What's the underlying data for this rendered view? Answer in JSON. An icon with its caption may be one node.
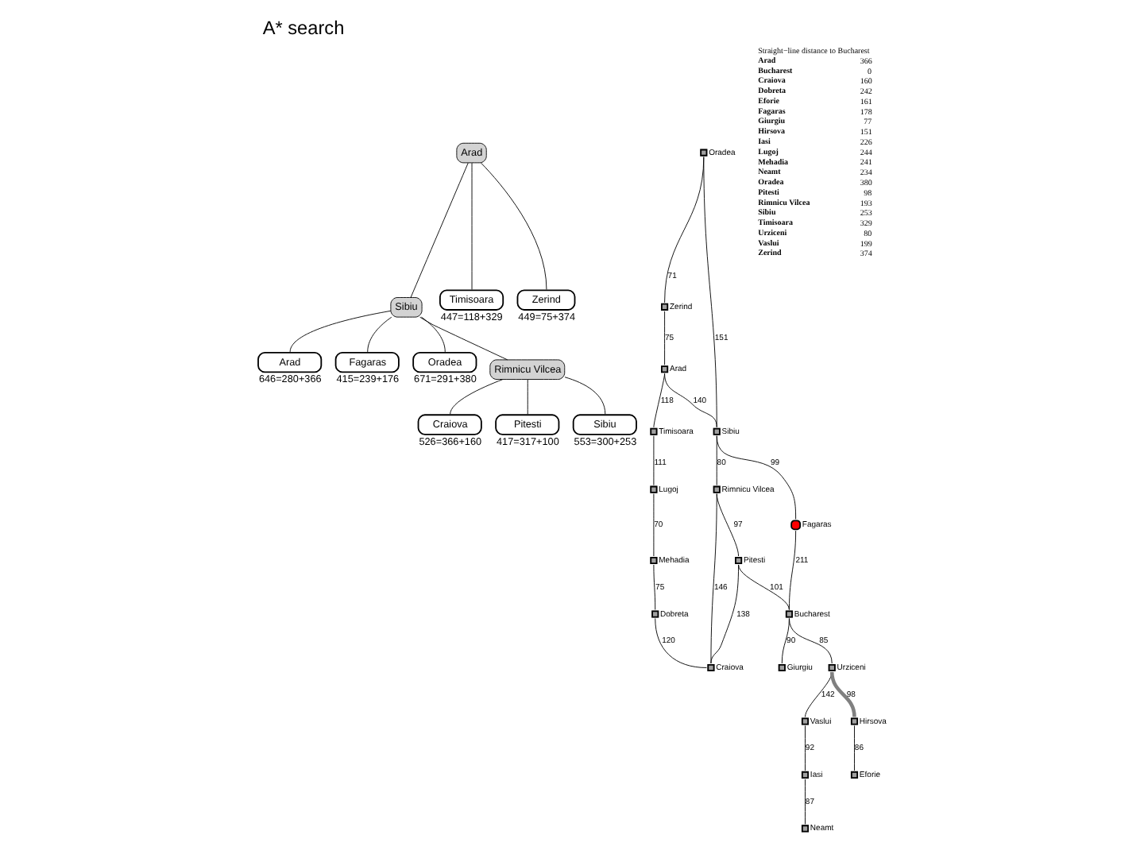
{
  "diagram": {
    "title": "A* search",
    "nodes": [
      {
        "text": [
          "Arad"
        ]
      },
      {
        "text": [
          "Sibiu"
        ]
      },
      {
        "text": [
          "Timisoara"
        ],
        "beside": [
          "447=118+329"
        ]
      },
      {
        "text": [
          "Zerind"
        ],
        "beside": [
          "449=75+374"
        ]
      },
      {
        "text": [
          "Arad"
        ],
        "beside": [
          "646=280+366"
        ]
      },
      {
        "text": [
          "Fagaras"
        ],
        "beside": [
          "415=239+176"
        ]
      },
      {
        "text": [
          "Oradea"
        ],
        "beside": [
          "671=291+380"
        ]
      },
      {
        "text": [
          "Rimnicu Vilcea"
        ]
      },
      {
        "text": [
          "Craiova"
        ],
        "beside": [
          "526=366+160"
        ]
      },
      {
        "text": [
          "Pitesti"
        ],
        "beside": [
          "417=317+100"
        ]
      },
      {
        "text": [
          "Sibiu"
        ],
        "beside": [
          "553=300+253"
        ]
      },
      {
        "text": [],
        "shape": "box",
        "beside": [
          "Oradea"
        ]
      },
      {
        "text": [],
        "shape": "box",
        "beside": [
          "Neamt"
        ]
      },
      {
        "text": [],
        "shape": "box",
        "beside": [
          "Zerind"
        ]
      },
      {
        "text": [],
        "shape": "box",
        "beside": [
          "Iasi"
        ]
      },
      {
        "text": [],
        "shape": "box",
        "beside": [
          "Arad"
        ]
      },
      {
        "text": [],
        "shape": "box",
        "beside": [
          "Sibiu"
        ]
      },
      {
        "text": [],
        "shape": "circle",
        "beside": [
          "Fagaras"
        ]
      },
      {
        "text": [],
        "shape": "box",
        "beside": [
          "Vaslui"
        ]
      },
      {
        "text": [],
        "shape": "box",
        "beside": [
          "Rimnicu Vilcea"
        ]
      },
      {
        "text": [],
        "shape": "box",
        "beside": [
          "Timisoara"
        ]
      },
      {
        "text": [],
        "shape": "box",
        "beside": [
          "Pitesti"
        ]
      },
      {
        "text": [],
        "shape": "box",
        "beside": [
          "Lugoj"
        ]
      },
      {
        "text": [],
        "shape": "box",
        "beside": [
          "Hirsova"
        ]
      },
      {
        "text": [],
        "shape": "box",
        "beside": [
          "Urziceni"
        ]
      },
      {
        "text": [],
        "shape": "box",
        "beside": [
          "Mehadia"
        ]
      },
      {
        "text": [],
        "shape": "box",
        "beside": [
          "Bucharest"
        ]
      },
      {
        "text": [],
        "shape": "box",
        "beside": [
          "Eforie"
        ]
      },
      {
        "text": [],
        "shape": "box",
        "beside": [
          "Dobreta"
        ]
      },
      {
        "text": [],
        "shape": "box",
        "beside": [
          "Craiova"
        ]
      },
      {
        "text": [],
        "shape": "box",
        "beside": [
          "Giurgiu"
        ]
      }
    ],
    "edges": [
      {
        "from": 0,
        "to": 1,
        "arrow": "none"
      },
      {
        "from": 0,
        "to": 2,
        "arrow": "none"
      },
      {
        "from": 0,
        "to": 3,
        "arrow": "none"
      },
      {
        "from": 1,
        "to": 4,
        "arrow": "none"
      },
      {
        "from": 1,
        "to": 5,
        "arrow": "none"
      },
      {
        "from": 1,
        "to": 6,
        "arrow": "none"
      },
      {
        "from": 1,
        "to": 7,
        "arrow": "none"
      },
      {
        "from": 7,
        "to": 8,
        "arrow": "none"
      },
      {
        "from": 7,
        "to": 9,
        "arrow": "none"
      },
      {
        "from": 7,
        "to": 10,
        "arrow": "none"
      },
      {
        "from": 11,
        "to": 13,
        "arrow": "none",
        "label": "71"
      },
      {
        "from": 11,
        "to": 16,
        "arrow": "none",
        "label": "151"
      },
      {
        "from": 13,
        "to": 15,
        "arrow": "none",
        "label": "75"
      },
      {
        "from": 15,
        "to": 16,
        "arrow": "none",
        "label": "140"
      },
      {
        "from": 15,
        "to": 20,
        "arrow": "none",
        "label": "118"
      },
      {
        "from": 16,
        "to": 17,
        "arrow": "none",
        "label": "99"
      },
      {
        "from": 16,
        "to": 19,
        "arrow": "none",
        "label": "80"
      },
      {
        "from": 20,
        "to": 22,
        "arrow": "none",
        "label": "111"
      },
      {
        "from": 22,
        "to": 25,
        "arrow": "none",
        "label": "70"
      },
      {
        "from": 25,
        "to": 28,
        "arrow": "none",
        "label": "75"
      },
      {
        "from": 28,
        "to": 29,
        "arrow": "none",
        "label": "120"
      },
      {
        "from": 19,
        "to": 29,
        "arrow": "none",
        "label": "146"
      },
      {
        "from": 19,
        "to": 21,
        "arrow": "none",
        "label": "97"
      },
      {
        "from": 21,
        "to": 29,
        "arrow": "none",
        "label": "138"
      },
      {
        "from": 17,
        "to": 26,
        "arrow": "none",
        "label": "211"
      },
      {
        "from": 21,
        "to": 26,
        "arrow": "none",
        "label": "101"
      },
      {
        "from": 26,
        "to": 30,
        "arrow": "none",
        "label": "90"
      },
      {
        "from": 26,
        "to": 24,
        "arrow": "none",
        "label": "85"
      },
      {
        "from": 24,
        "to": 23,
        "arrow": "none",
        "label": "98",
        "style": "thick",
        "color": "#808080"
      },
      {
        "from": 23,
        "to": 27,
        "arrow": "none",
        "label": "86"
      },
      {
        "from": 24,
        "to": 18,
        "arrow": "none",
        "label": "142"
      },
      {
        "from": 18,
        "to": 14,
        "arrow": "none",
        "label": "92"
      },
      {
        "from": 14,
        "to": 12,
        "arrow": "none",
        "label": "87"
      }
    ],
    "labels": [
      "Straight−line distance to Bucharest",
      "Arad",
      "366",
      "Bucharest",
      "0",
      "Craiova",
      "160",
      "Dobreta",
      "242",
      "Eforie",
      "161",
      "Fagaras",
      "178",
      "Giurgiu",
      "77",
      "Hirsova",
      "151",
      "Iasi",
      "226",
      "Lugoj",
      "244",
      "Mehadia",
      "241",
      "Neamt",
      "234",
      "Oradea",
      "380",
      "Pitesti",
      "98",
      "Rimnicu Vilcea",
      "193",
      "Sibiu",
      "253",
      "Timisoara",
      "329",
      "Urziceni",
      "80",
      "Vaslui",
      "199",
      "Zerind",
      "374"
    ]
  }
}
